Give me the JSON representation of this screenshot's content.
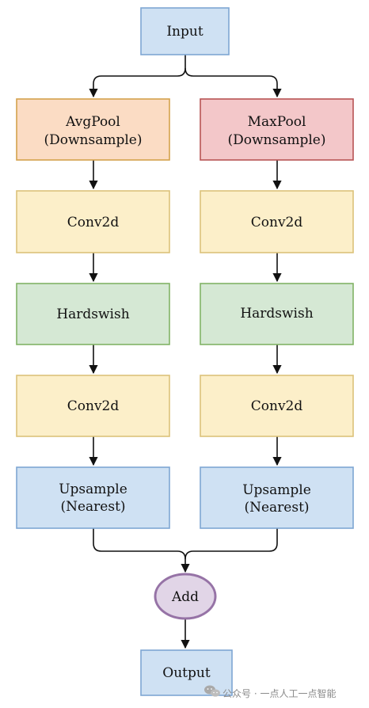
{
  "colors": {
    "blue_fill": "#cfe1f3",
    "blue_stroke": "#7ea6d3",
    "orange_fill": "#fbdcc4",
    "orange_stroke": "#d4a24c",
    "red_fill": "#f3c7c9",
    "red_stroke": "#b85455",
    "yellow_fill": "#fcefc9",
    "yellow_stroke": "#dcc27a",
    "green_fill": "#d5e8d4",
    "green_stroke": "#82b366",
    "purple_fill": "#e1d5e7",
    "purple_stroke": "#9673a6",
    "arrow": "#111111"
  },
  "nodes": {
    "input": {
      "line1": "Input"
    },
    "avgpool": {
      "line1": "AvgPool",
      "line2": "(Downsample)"
    },
    "maxpool": {
      "line1": "MaxPool",
      "line2": "(Downsample)"
    },
    "conv_l1": {
      "line1": "Conv2d"
    },
    "conv_r1": {
      "line1": "Conv2d"
    },
    "hardswish_l": {
      "line1": "Hardswish"
    },
    "hardswish_r": {
      "line1": "Hardswish"
    },
    "conv_l2": {
      "line1": "Conv2d"
    },
    "conv_r2": {
      "line1": "Conv2d"
    },
    "upsample_l": {
      "line1": "Upsample",
      "line2": "(Nearest)"
    },
    "upsample_r": {
      "line1": "Upsample",
      "line2": "(Nearest)"
    },
    "add": {
      "line1": "Add"
    },
    "output": {
      "line1": "Output"
    }
  },
  "watermark": {
    "icon": "wechat-icon",
    "text": "公众号 · 一点人工一点智能"
  }
}
